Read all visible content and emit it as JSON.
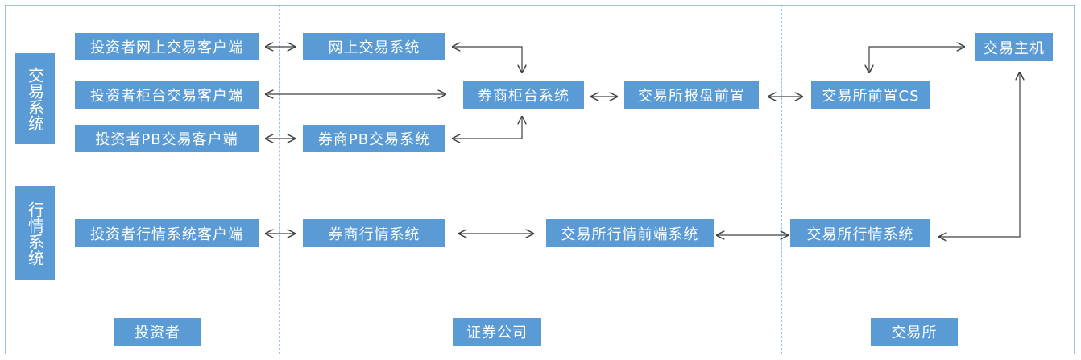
{
  "row_labels": {
    "trading": "交易系统",
    "market": "行情系统"
  },
  "boxes": {
    "investor_online_client": "投资者网上交易客户端",
    "investor_counter_client": "投资者柜台交易客户端",
    "investor_pb_client": "投资者PB交易客户端",
    "online_trading_system": "网上交易系统",
    "broker_pb_system": "券商PB交易系统",
    "broker_counter_system": "券商柜台系统",
    "exchange_report_front": "交易所报盘前置",
    "exchange_front_cs": "交易所前置CS",
    "exchange_host": "交易主机",
    "investor_market_client": "投资者行情系统客户端",
    "broker_market_system": "券商行情系统",
    "exchange_market_front": "交易所行情前端系统",
    "exchange_market_system": "交易所行情系统"
  },
  "columns": {
    "investor": "投资者",
    "securities_company": "证券公司",
    "exchange": "交易所"
  }
}
